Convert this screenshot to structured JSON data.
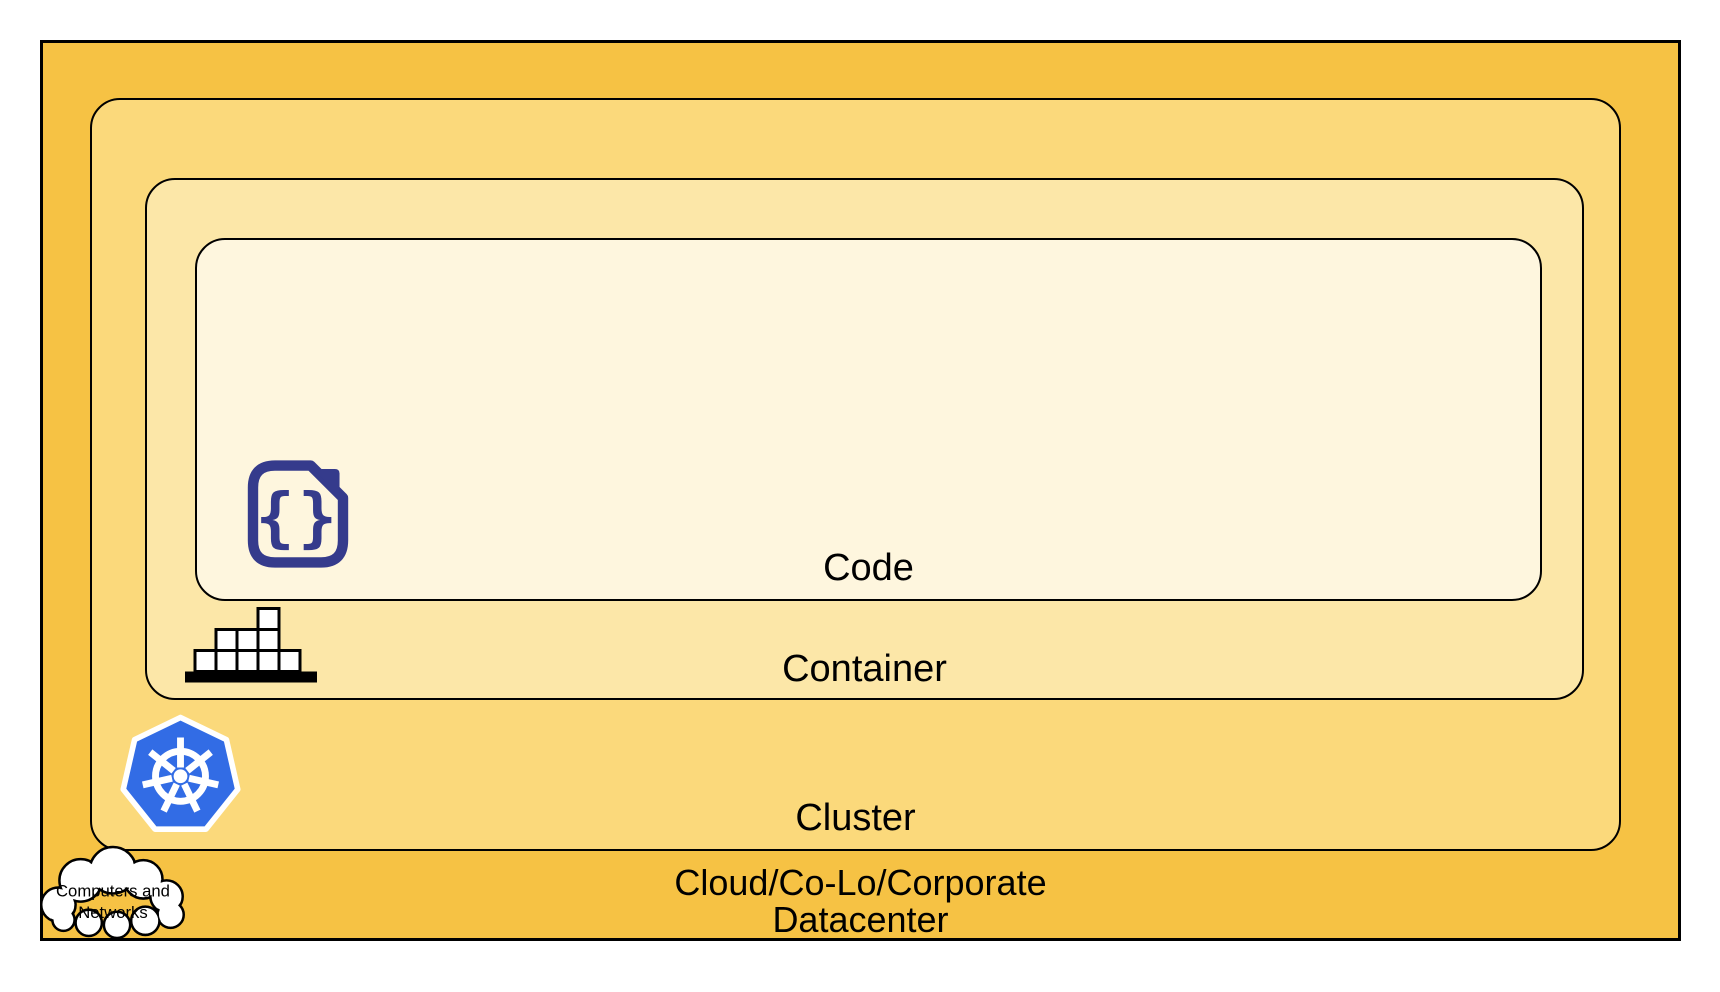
{
  "layers": {
    "code": {
      "label": "Code",
      "fill": "#FEF6DE"
    },
    "container": {
      "label": "Container",
      "fill": "#FCE7A8"
    },
    "cluster": {
      "label": "Cluster",
      "fill": "#FBD97B"
    },
    "datacenter": {
      "label_line1": "Cloud/Co-Lo/Corporate",
      "label_line2": "Datacenter",
      "fill": "#F6C244"
    }
  },
  "cloud_callout": {
    "line1": "Computers and",
    "line2": "Networks"
  },
  "icons": {
    "code_file_icon": {
      "glyph": "{}",
      "color": "#353B8C",
      "meaning": "source code file"
    },
    "container_blocks_icon": {
      "color": "#000000",
      "meaning": "stacked container blocks"
    },
    "kubernetes_logo_icon": {
      "color": "#326CE5",
      "meaning": "kubernetes helm wheel"
    },
    "cloud_icon": {
      "color": "#FFFFFF",
      "meaning": "computers and networks cloud"
    }
  },
  "colors": {
    "outline": "#000000",
    "datacenter_fill": "#F6C244",
    "cluster_fill": "#FBD97B",
    "container_fill": "#FCE7A8",
    "code_fill": "#FEF6DE",
    "code_icon": "#353B8C",
    "kubernetes_blue": "#326CE5",
    "text": "#000000"
  }
}
